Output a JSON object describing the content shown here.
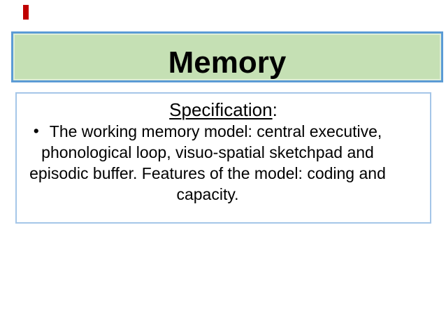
{
  "slide": {
    "title": "Memory",
    "marker": {
      "color": "#c00000"
    },
    "content": {
      "heading_text": "Specification",
      "heading_colon": ":",
      "bullet_glyph": "•",
      "lines": [
        "The working memory model: central executive,",
        "phonological loop, visuo-spatial sketchpad and",
        "episodic buffer. Features of the model: coding and",
        "capacity."
      ]
    },
    "colors": {
      "title_fill": "#c5e0b4",
      "title_border": "#5b9bd5",
      "content_border": "#a5c6e8",
      "text": "#000000",
      "background": "#ffffff"
    }
  }
}
